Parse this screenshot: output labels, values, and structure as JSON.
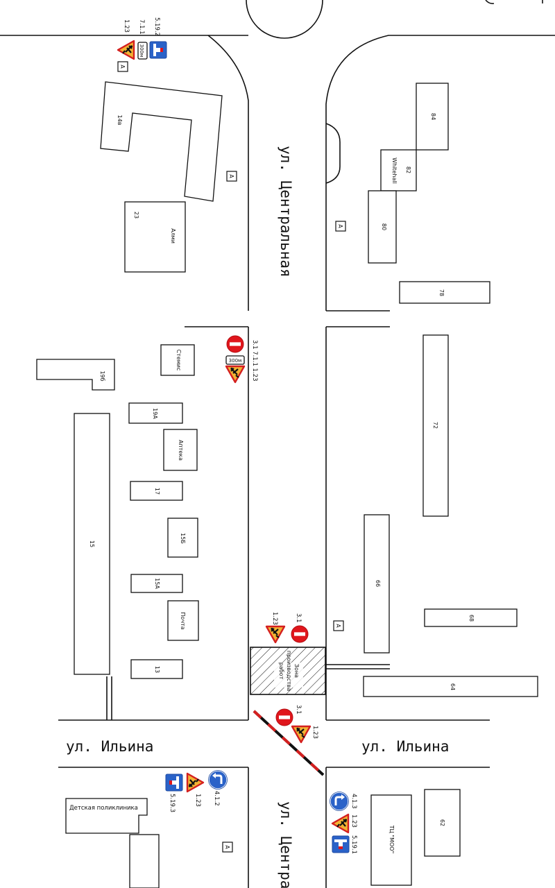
{
  "streets": {
    "central_top": "ул. Центральная",
    "central_bottom": "ул. Центра",
    "ilina_left": "ул. Ильина",
    "ilina_right": "ул. Ильина"
  },
  "buildings": {
    "b14v": "14в",
    "b23": "23",
    "almi": "Алми",
    "b84": "84",
    "b82": "82",
    "whitehall": "Whitehall",
    "b80": "80",
    "b78": "78",
    "stemis": "Стемис",
    "b19b": "19б",
    "b19a": "19А",
    "apteka": "Аптека",
    "b17": "17",
    "b15b": "15Б",
    "b15": "15",
    "b15a": "15А",
    "pochta": "Почта",
    "b13": "13",
    "b72": "72",
    "b66": "66",
    "b68": "68",
    "b64": "64",
    "b62": "62",
    "polyclinic": "Детская поликлиника",
    "tc_moo": "ТЦ \"МОО\"",
    "work_zone_1": "Зона",
    "work_zone_2": "производства",
    "work_zone_3": "работ"
  },
  "stops": {
    "label": "А"
  },
  "sign_codes": {
    "top_left": [
      "5.19.2",
      "7.1.1",
      "1.23"
    ],
    "mid_left": "3.1  7.1.1 1.23",
    "work_123": "1.23",
    "work_31": "3.1",
    "inter_31": "3.1",
    "inter_123": "1.23",
    "bl_519": "5.19.3",
    "bl_123": "1.23",
    "bl_412": "4.1.2",
    "br_413": "4.1.3",
    "br_123": "1.23",
    "br_519": "5.19.1"
  },
  "plates": {
    "distance": "300м"
  },
  "colors": {
    "prohibit_red": "#e0161c",
    "warning_orange": "#f2b233",
    "warning_border": "#d41f1f",
    "info_blue": "#2a62c8",
    "barrier_red": "#d42020"
  }
}
